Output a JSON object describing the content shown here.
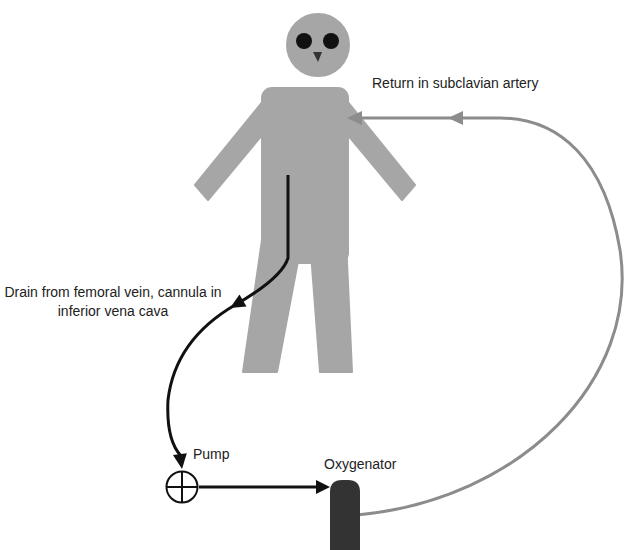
{
  "diagram": {
    "nodes": [
      {
        "text": [
          "Pump"
        ]
      },
      {
        "text": [
          "Oxygenator"
        ]
      }
    ],
    "edges": [
      {
        "from": 0,
        "to": 1,
        "arrow": "to"
      }
    ],
    "labels": [
      "Return in subclavian artery",
      "Drain from femoral vein, cannula in inferior vena cava"
    ]
  }
}
